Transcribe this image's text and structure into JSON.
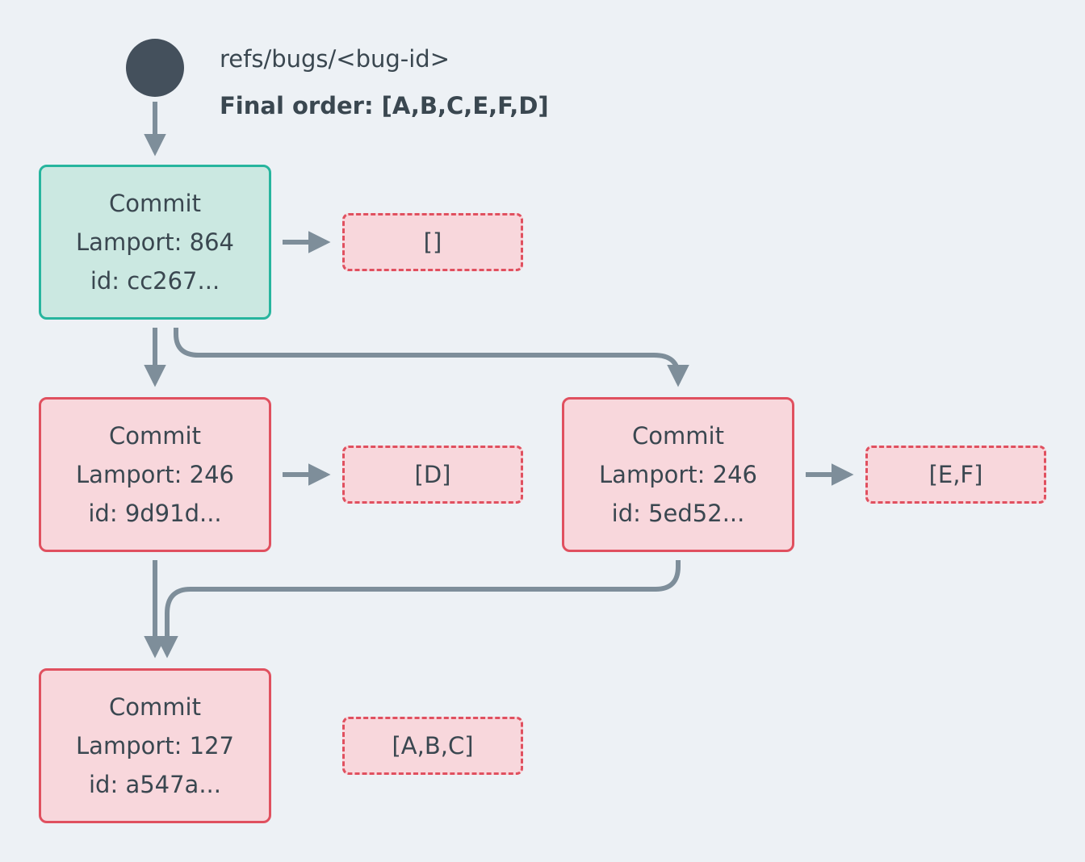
{
  "colors": {
    "background": "#edf1f5",
    "ref_node": "#44505c",
    "arrow": "#7e8e9a",
    "head_commit_fill": "#cbe8e1",
    "head_commit_border": "#27b59e",
    "commit_fill": "#f8d7dc",
    "commit_border": "#e0505f",
    "text": "#3a4750"
  },
  "header": {
    "ref_label": "refs/bugs/<bug-id>",
    "final_order": "Final order: [A,B,C,E,F,D]"
  },
  "commits": [
    {
      "title": "Commit",
      "lamport": "Lamport: 864",
      "id": "id: cc267...",
      "payload": "[]"
    },
    {
      "title": "Commit",
      "lamport": "Lamport: 246",
      "id": "id: 9d91d...",
      "payload": "[D]"
    },
    {
      "title": "Commit",
      "lamport": "Lamport: 246",
      "id": "id: 5ed52...",
      "payload": "[E,F]"
    },
    {
      "title": "Commit",
      "lamport": "Lamport: 127",
      "id": "id: a547a...",
      "payload": "[A,B,C]"
    }
  ]
}
